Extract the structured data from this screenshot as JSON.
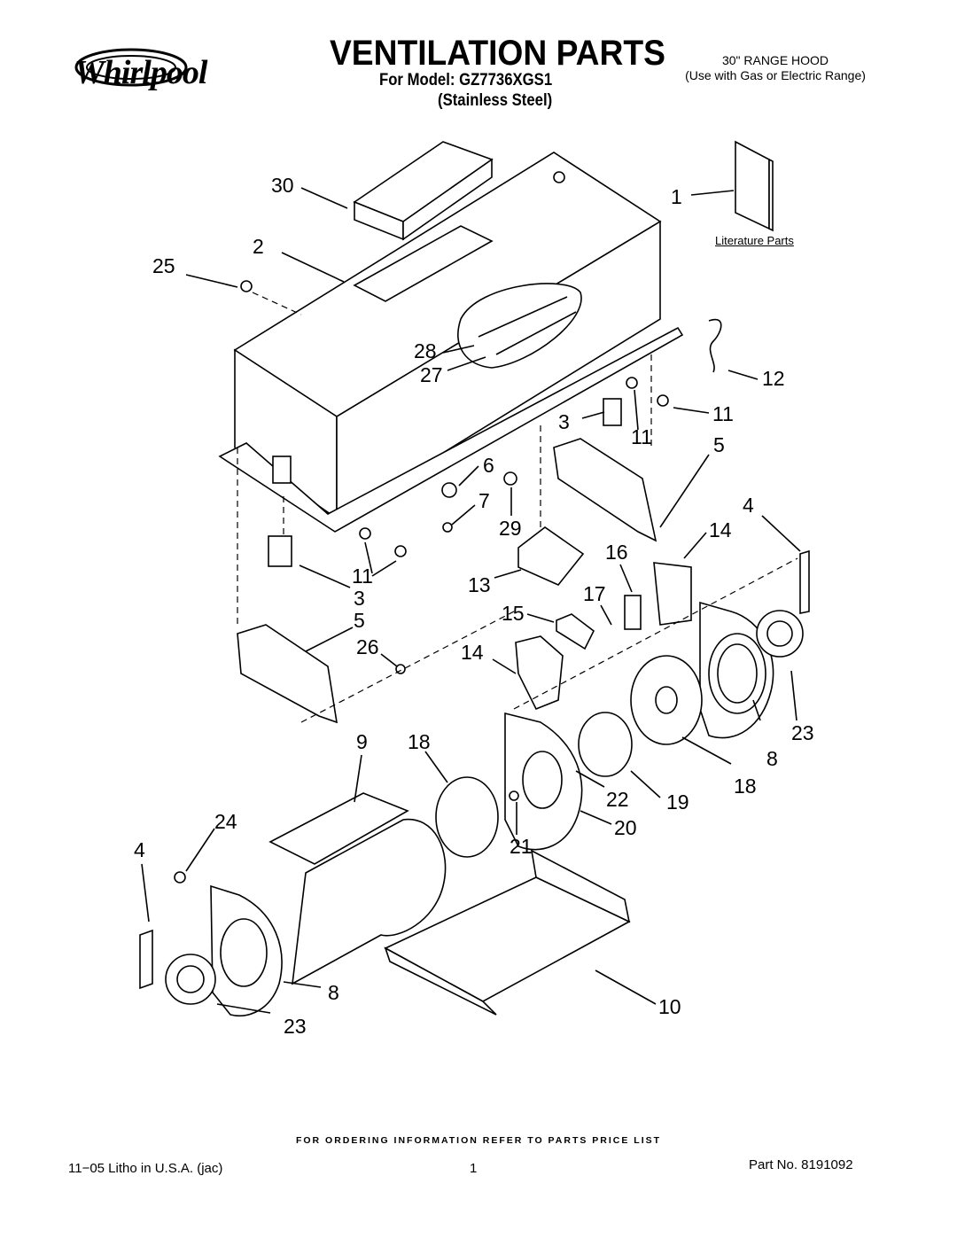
{
  "header": {
    "brand": "Whirlpool",
    "title": "VENTILATION PARTS",
    "model_line": "For Model: GZ7736XGS1",
    "finish_line": "(Stainless Steel)",
    "product_line1": "30\" RANGE HOOD",
    "product_line2": "(Use with Gas or Electric Range)"
  },
  "diagram": {
    "literature_label": "Literature Parts",
    "callouts": {
      "c30": "30",
      "c1": "1",
      "c2": "2",
      "c25": "25",
      "c28": "28",
      "c27": "27",
      "c12": "12",
      "c3a": "3",
      "c11a": "11",
      "c11b": "11",
      "c5a": "5",
      "c6": "6",
      "c7": "7",
      "c29": "29",
      "c4a": "4",
      "c14a": "14",
      "c16": "16",
      "c11c": "11",
      "c3b": "3",
      "c5b": "5",
      "c13": "13",
      "c17": "17",
      "c15": "15",
      "c26": "26",
      "c14b": "14",
      "c9": "9",
      "c18a": "18",
      "c23a": "23",
      "c8a": "8",
      "c22": "22",
      "c19": "19",
      "c18b": "18",
      "c24": "24",
      "c20": "20",
      "c4b": "4",
      "c21": "21",
      "c8b": "8",
      "c10": "10",
      "c23b": "23"
    }
  },
  "footer": {
    "ordering_note": "FOR ORDERING INFORMATION REFER TO PARTS PRICE LIST",
    "litho": "11−05 Litho in U.S.A. (jac)",
    "page": "1",
    "part_no": "Part No. 8191092"
  }
}
